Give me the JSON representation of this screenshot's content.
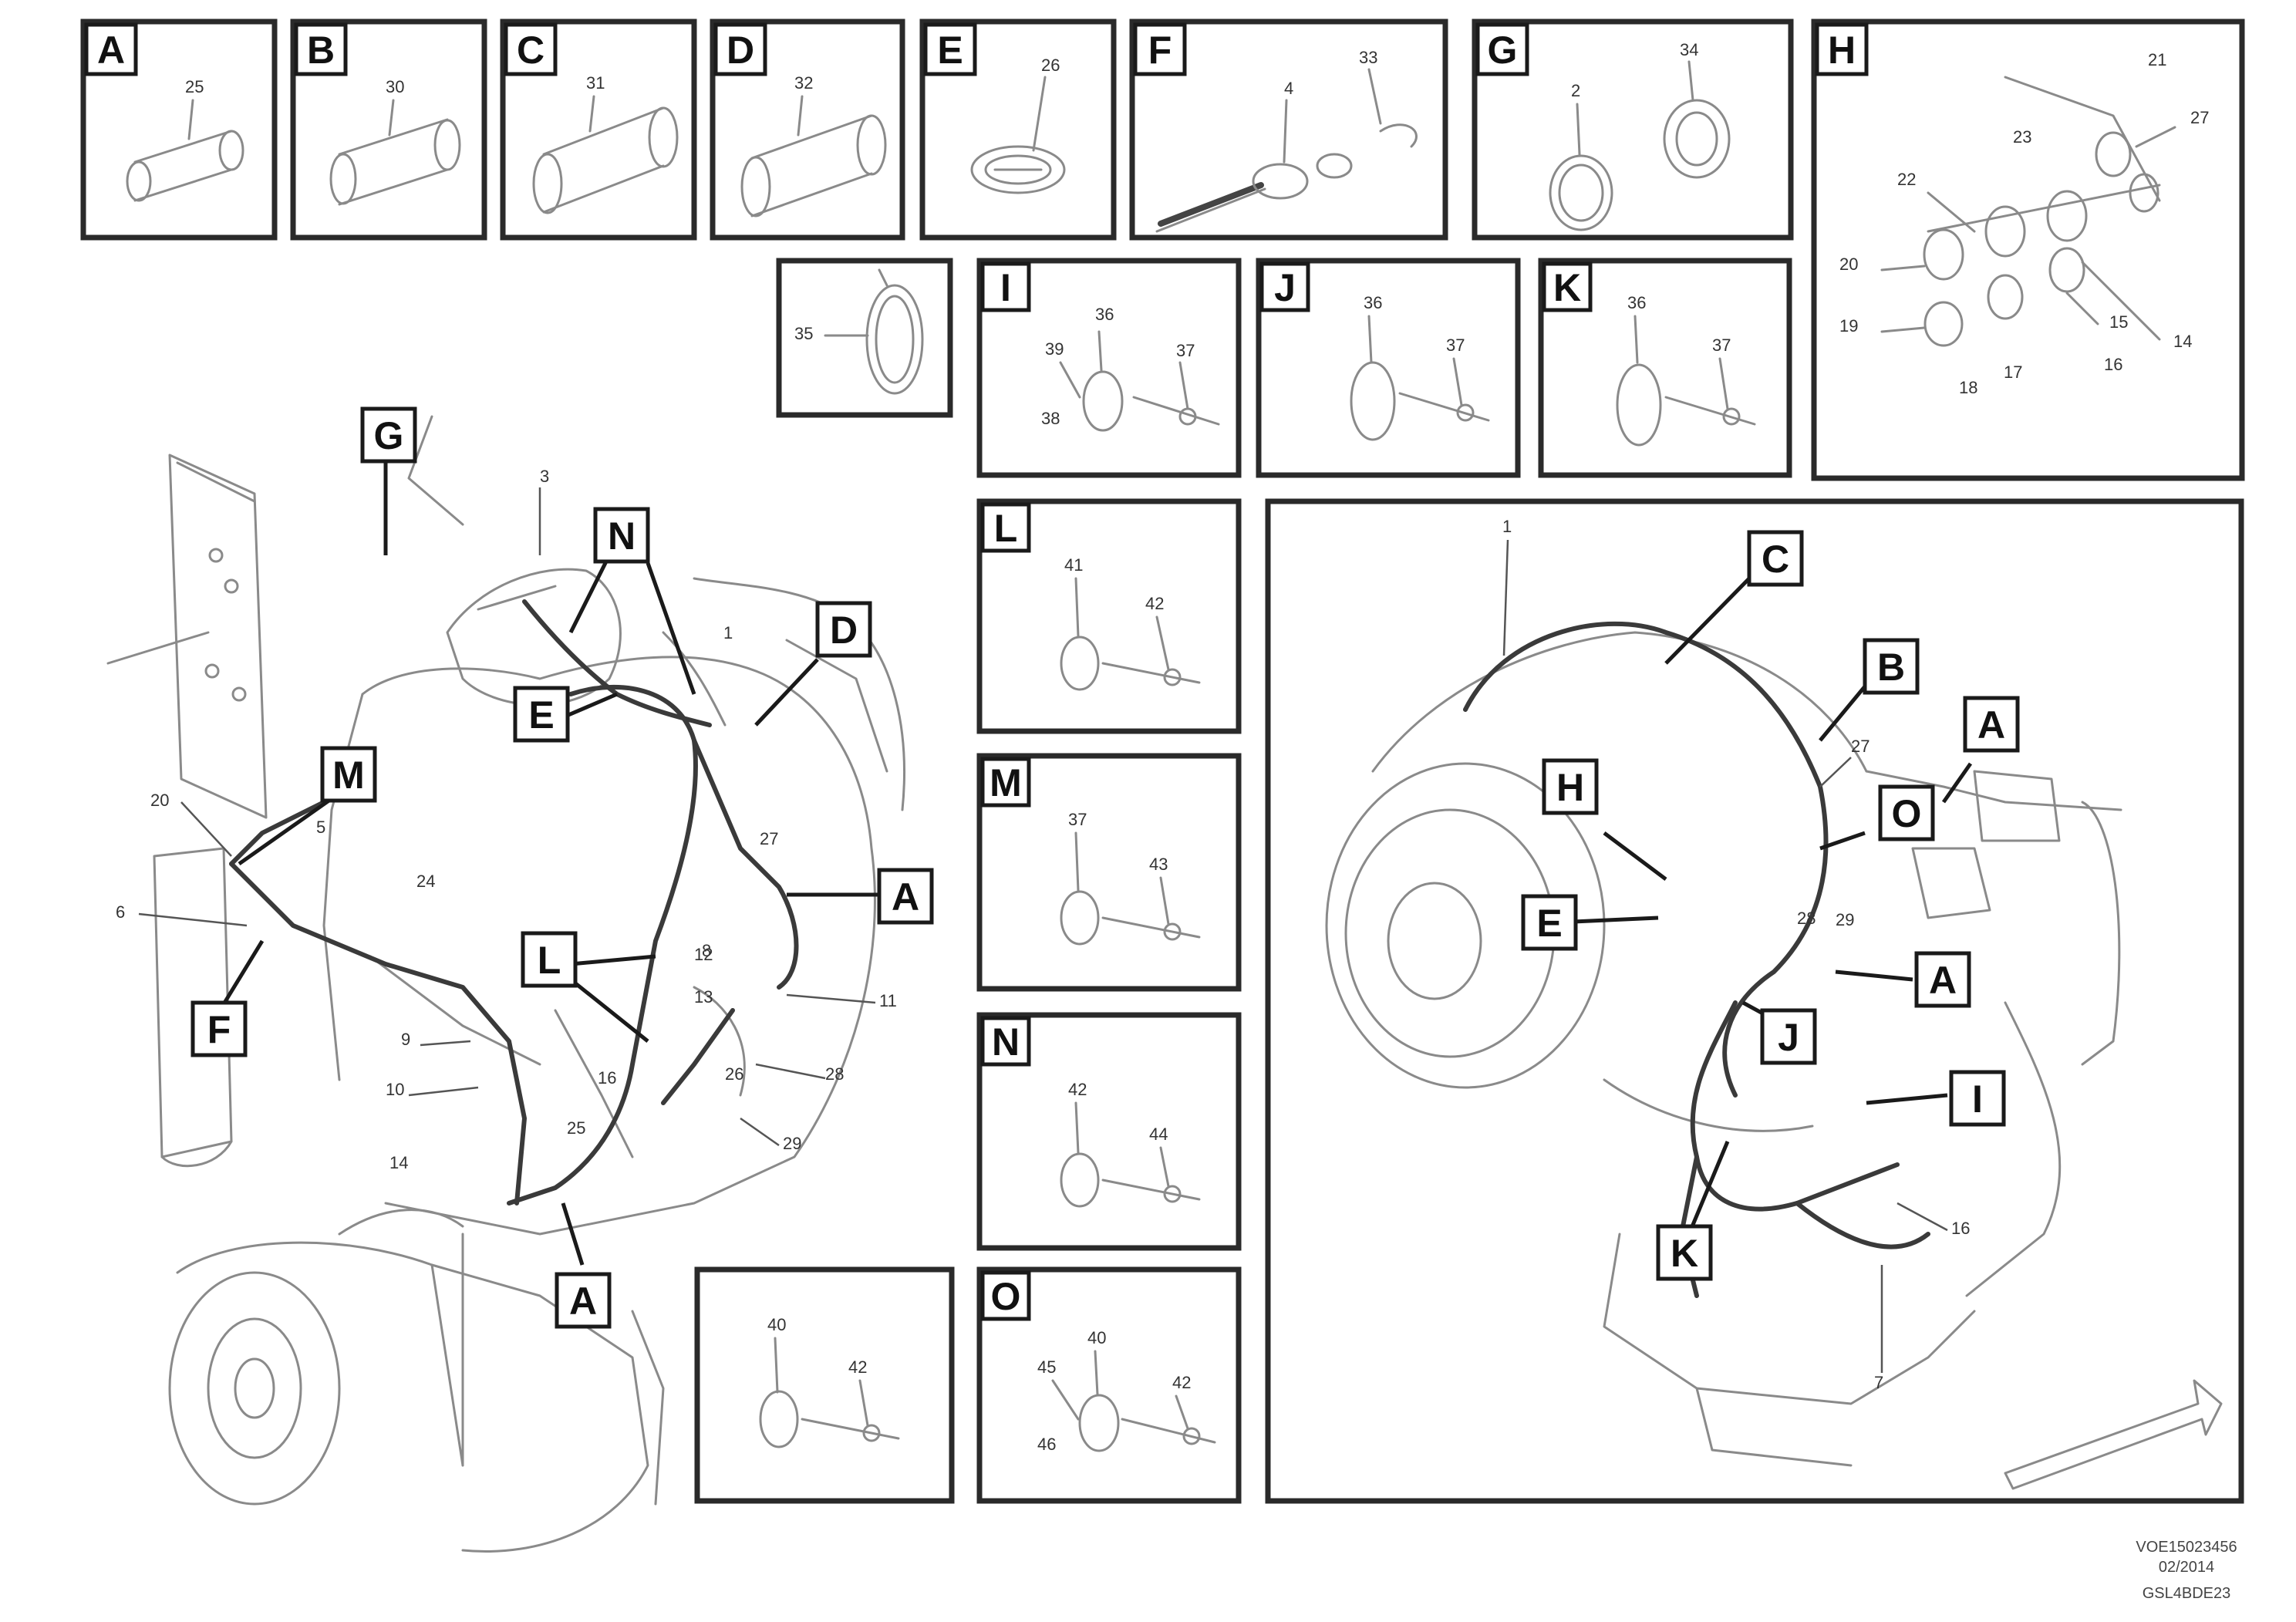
{
  "detail_panels": [
    {
      "letter": "A",
      "part": "25"
    },
    {
      "letter": "B",
      "part": "30"
    },
    {
      "letter": "C",
      "part": "31"
    },
    {
      "letter": "D",
      "part": "32"
    },
    {
      "letter": "E",
      "part": "26"
    },
    {
      "letter": "F",
      "parts": [
        "4",
        "33"
      ]
    },
    {
      "letter": "G",
      "parts": [
        "2",
        "34"
      ]
    },
    {
      "letter": "H",
      "parts": [
        "21",
        "27",
        "23",
        "22",
        "20",
        "19",
        "18",
        "17",
        "16",
        "15",
        "14"
      ]
    },
    {
      "letter": "",
      "part": "35"
    },
    {
      "letter": "I",
      "parts": [
        "39",
        "36",
        "38",
        "37"
      ]
    },
    {
      "letter": "J",
      "parts": [
        "36",
        "37"
      ]
    },
    {
      "letter": "K",
      "parts": [
        "36",
        "37"
      ]
    },
    {
      "letter": "L",
      "parts": [
        "41",
        "42"
      ]
    },
    {
      "letter": "M",
      "parts": [
        "37",
        "43"
      ]
    },
    {
      "letter": "N",
      "parts": [
        "42",
        "44"
      ]
    },
    {
      "letter": "",
      "parts": [
        "40",
        "42"
      ]
    },
    {
      "letter": "O",
      "parts": [
        "40",
        "45",
        "46",
        "42"
      ]
    }
  ],
  "left_view": {
    "callouts": [
      "G",
      "N",
      "D",
      "E",
      "M",
      "A",
      "L",
      "F",
      "A"
    ],
    "part_numbers": [
      "3",
      "1",
      "20",
      "6",
      "5",
      "24",
      "27",
      "8",
      "12",
      "13",
      "11",
      "9",
      "10",
      "28",
      "29",
      "25",
      "16",
      "14",
      "26"
    ]
  },
  "right_view": {
    "callouts": [
      "C",
      "B",
      "A",
      "H",
      "O",
      "E",
      "A",
      "J",
      "I",
      "K"
    ],
    "part_numbers": [
      "1",
      "27",
      "28",
      "29",
      "16",
      "7"
    ]
  },
  "reference": {
    "line1": "VOE15023456",
    "line2": "02/2014",
    "line3": "GSL4BDE23"
  }
}
